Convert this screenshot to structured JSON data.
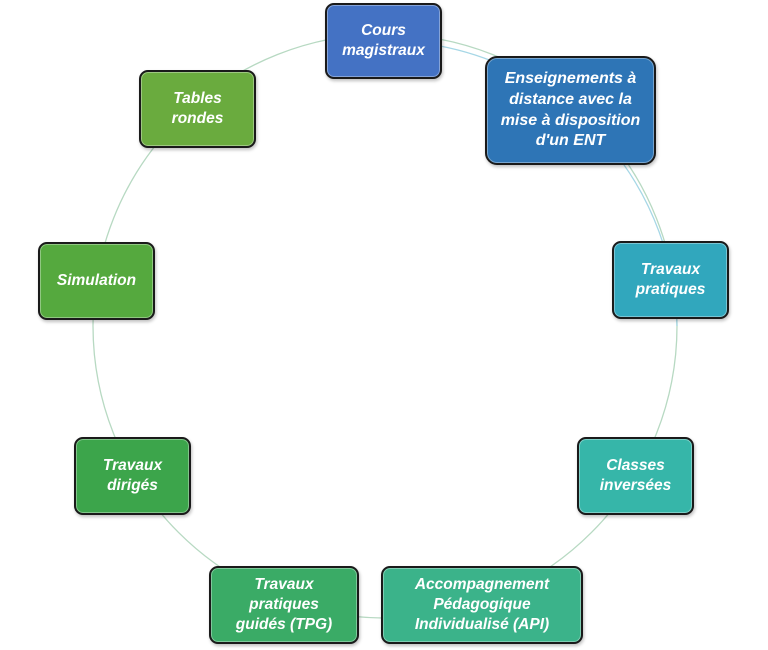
{
  "nodes": [
    {
      "id": "cours-magistraux",
      "label": "Cours\nmagistraux",
      "color": "#4472c4"
    },
    {
      "id": "enseignements-distance",
      "label": "Enseignements à\ndistance avec la\nmise à disposition\nd'un ENT",
      "color": "#2e75b6"
    },
    {
      "id": "travaux-pratiques",
      "label": "Travaux\npratiques",
      "color": "#31a7bd"
    },
    {
      "id": "classes-inversees",
      "label": "Classes\ninversées",
      "color": "#36b6a9"
    },
    {
      "id": "accompagnement-api",
      "label": "Accompagnement\nPédagogique\nIndividualisé (API)",
      "color": "#3bb38a"
    },
    {
      "id": "travaux-pratiques-guides",
      "label": "Travaux\npratiques\nguidés (TPG)",
      "color": "#3aab66"
    },
    {
      "id": "travaux-diriges",
      "label": "Travaux\ndirigés",
      "color": "#3ca54b"
    },
    {
      "id": "simulation",
      "label": "Simulation",
      "color": "#55a93e"
    },
    {
      "id": "tables-rondes",
      "label": "Tables\nrondes",
      "color": "#6aab3e"
    }
  ],
  "ring_colors": [
    "#a9c4e8",
    "#a6d7e6",
    "#a9dfc9",
    "#b5dfb0"
  ]
}
